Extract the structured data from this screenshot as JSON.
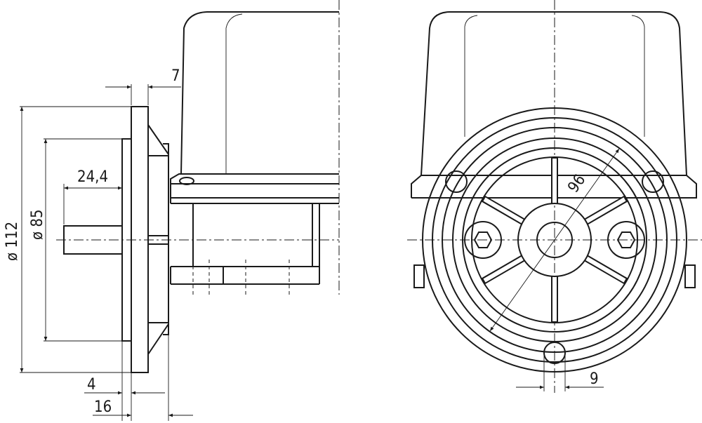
{
  "dimensions": {
    "flange_thickness": "7",
    "shaft_length": "24,4",
    "flange_diameter": "ø 112",
    "spigot_diameter": "ø 85",
    "spigot_depth": "4",
    "overall_depth": "16",
    "bolt_circle": "96",
    "hole_size": "9"
  }
}
